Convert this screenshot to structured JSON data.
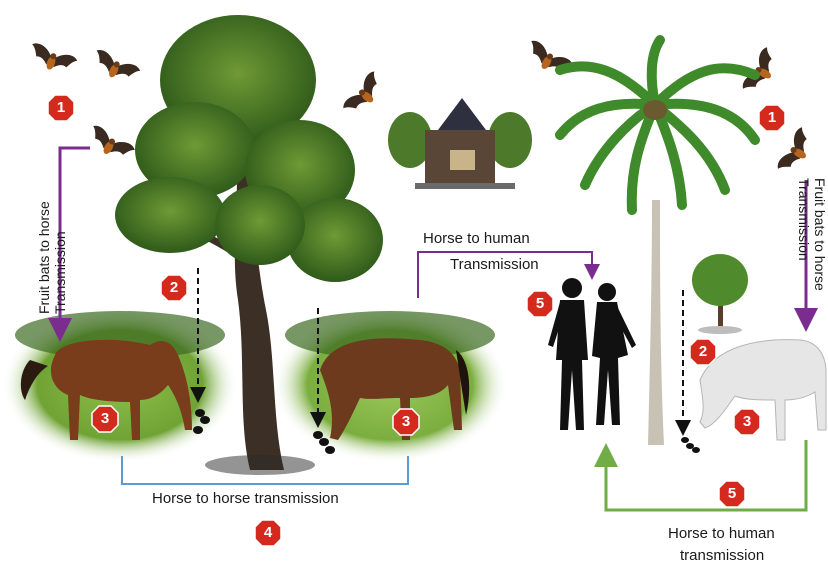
{
  "labels": {
    "fruit_bats_left": "Fruit bats to horse Transmission",
    "fruit_bats_right": "Fruit bats to horse Transmission",
    "horse_to_human_top_line1": "Horse to human",
    "horse_to_human_top_line2": "Transmission",
    "horse_to_horse": "Horse to horse transmission",
    "horse_to_human_bottom_line1": "Horse to human",
    "horse_to_human_bottom_line2": "transmission"
  },
  "badges": {
    "b1_left": "1",
    "b1_right": "1",
    "b2_left": "2",
    "b2_right": "2",
    "b3_left": "3",
    "b3_mid": "3",
    "b3_right": "3",
    "b4": "4",
    "b5_top": "5",
    "b5_bottom": "5"
  },
  "colors": {
    "badge_red": "#d42a1e",
    "purple_arrow": "#7b2c8f",
    "blue_line": "#5b9bd5",
    "green_arrow": "#70ad47"
  },
  "icons": [
    "bat-icon",
    "oak-tree-icon",
    "palm-tree-icon",
    "small-tree-icon",
    "house-icon",
    "horse-icon",
    "people-silhouette-icon"
  ]
}
